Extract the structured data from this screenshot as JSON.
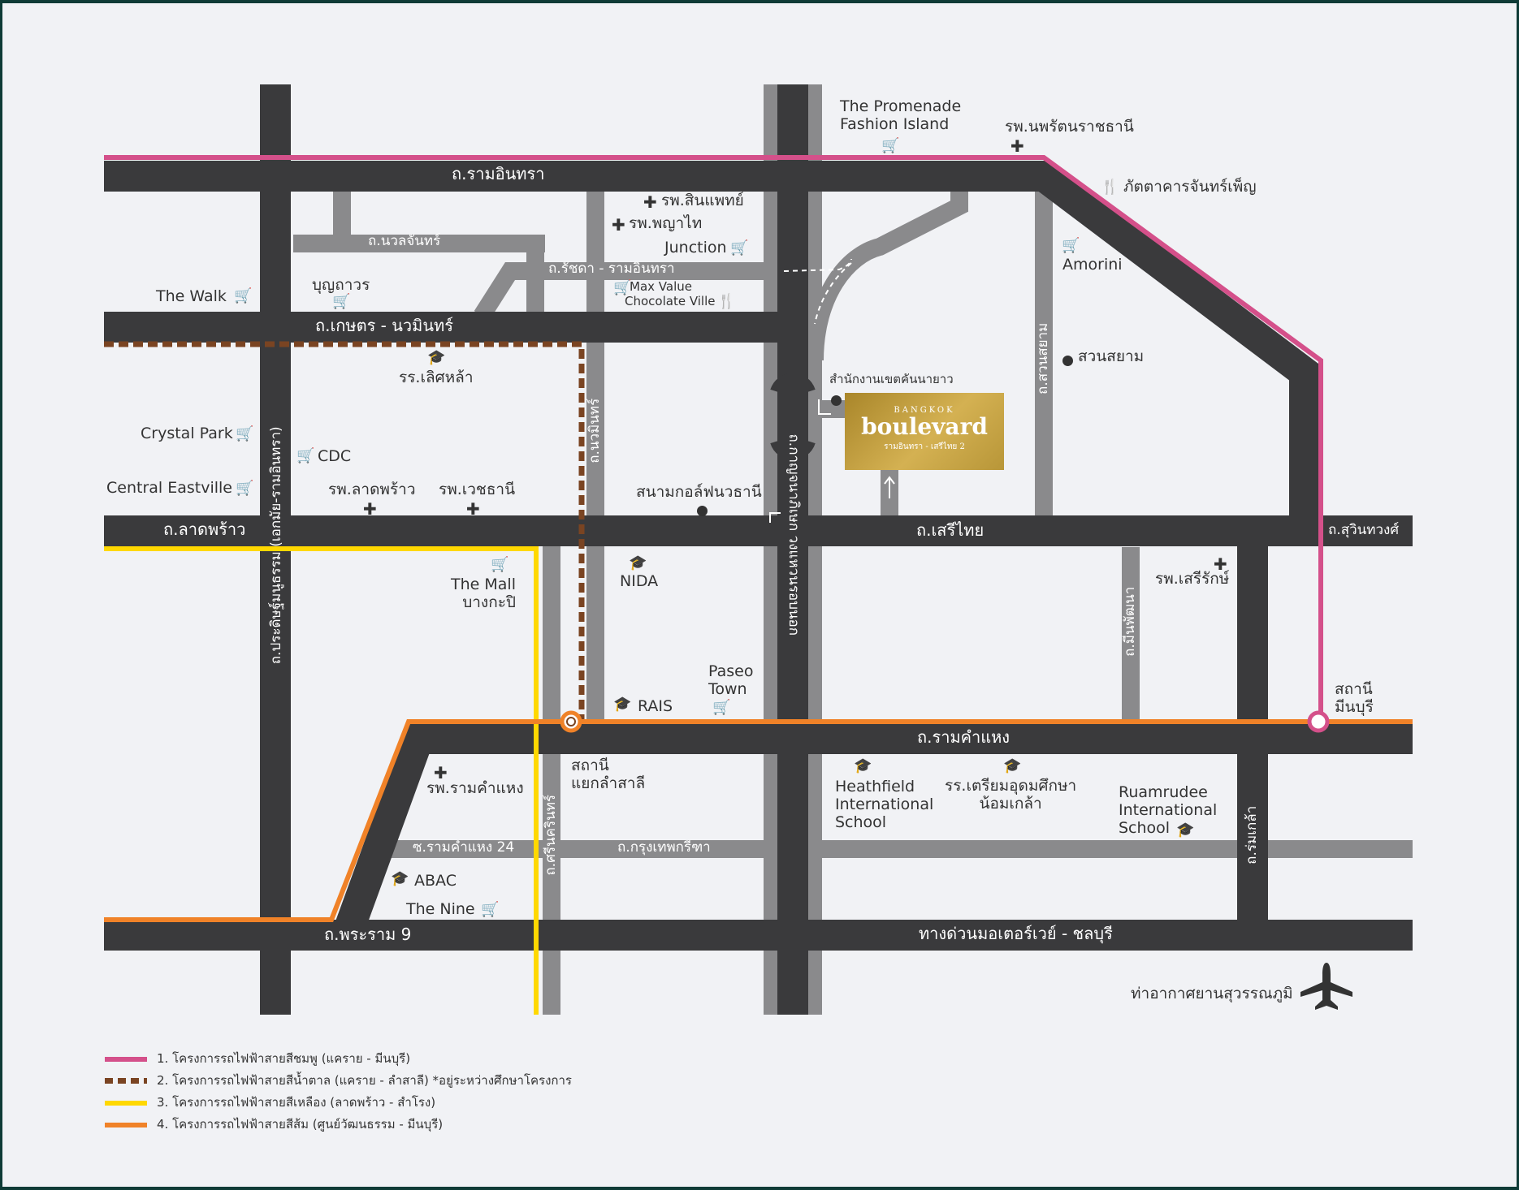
{
  "colors": {
    "background": "#f1f2f5",
    "major_road": "#3a3a3c",
    "minor_road": "#8a8a8c",
    "pink_line": "#d4508a",
    "brown_line": "#7a4422",
    "yellow_line": "#ffd800",
    "orange_line": "#f08228",
    "logo_gold": "#c4a03c"
  },
  "roads": {
    "ram_inthra": "ถ.รามอินทรา",
    "nuan_chan": "ถ.นวลจันทร์",
    "ratchada_ramintra": "ถ.รัชดา - รามอินทรา",
    "kaset_nawamin": "ถ.เกษตร - นวมินทร์",
    "lat_phrao": "ถ.ลาดพร้าว",
    "pradit_manutham": "ถ.ประดิษฐ์มนูธรรม (เอกมัย-รามอินทรา)",
    "nawamin": "ถ.นวมินทร์",
    "kanchanaphisek": "ถ.กาญจนาภิเษก วงแหวนรอบนอก",
    "suan_siam": "ถ.สวนสยาม",
    "seri_thai": "ถ.เสรีไทย",
    "suwinthawong": "ถ.สุวินทวงศ์",
    "min_phatthana": "ถ.มีนพัฒนา",
    "ramkhamhaeng": "ถ.รามคำแหง",
    "srinakarin": "ถ.ศรีนครินทร์",
    "romklao": "ถ.ร่มเกล้า",
    "soi_ram24": "ซ.รามคำแหง 24",
    "krungthep_kreetha": "ถ.กรุงเทพกรีฑา",
    "rama9": "ถ.พระราม 9",
    "motorway": "ทางด่วนมอเตอร์เวย์ - ชลบุรี"
  },
  "places": {
    "promenade": "The Promenade\nFashion Island",
    "nopparat": "รพ.นพรัตนราชธานี",
    "chanphen": "ภัตตาคารจันทร์เพ็ญ",
    "sinphaet": "รพ.สินแพทย์",
    "phyathai": "รพ.พญาไท",
    "junction": "Junction",
    "maxvalue": "Max Value",
    "chocolate": "Chocolate Ville",
    "amorini": "Amorini",
    "suansiam_park": "สวนสยาม",
    "thewalk": "The Walk",
    "bunthavorn": "บุญถาวร",
    "lertla": "รร.เลิศหล้า",
    "khet_office": "สำนักงานเขตคันนายาว",
    "crystal": "Crystal Park",
    "cdc": "CDC",
    "eastville": "Central Eastville",
    "latphrao_hosp": "รพ.ลาดพร้าว",
    "vejthani": "รพ.เวชธานี",
    "golf": "สนามกอล์ฟนวธานี",
    "mall": "The Mall\nบางกะปิ",
    "nida": "NIDA",
    "serirak": "รพ.เสรีรักษ์",
    "paseo": "Paseo\nTown",
    "rais": "RAIS",
    "minburi_station": "สถานี\nมีนบุรี",
    "lamsali_station": "สถานี\nแยกลำสาลี",
    "ramkham_hosp": "รพ.รามคำแหง",
    "heathfield": "Heathfield\nInternational\nSchool",
    "triam": "รร.เตรียมอุดมศึกษา\nน้อมเกล้า",
    "ruamrudee": "Ruamrudee\nInternational\nSchool",
    "abac": "ABAC",
    "thenine": "The Nine",
    "airport": "ท่าอากาศยานสุวรรณภูมิ"
  },
  "logo": {
    "line1": "BANGKOK",
    "line2": "boulevard",
    "line3": "รามอินทรา - เสรีไทย 2"
  },
  "legend": [
    {
      "text": "1. โครงการรถไฟฟ้าสายสีชมพู (แคราย - มีนบุรี)",
      "color": "#d4508a"
    },
    {
      "text": "2. โครงการรถไฟฟ้าสายสีน้ำตาล (แคราย - ลำสาลี) *อยู่ระหว่างศึกษาโครงการ",
      "color": "#7a4422"
    },
    {
      "text": "3. โครงการรถไฟฟ้าสายสีเหลือง (ลาดพร้าว - สำโรง)",
      "color": "#ffd800"
    },
    {
      "text": "4. โครงการรถไฟฟ้าสายสีส้ม (ศูนย์วัฒนธรรม - มีนบุรี)",
      "color": "#f08228"
    }
  ]
}
